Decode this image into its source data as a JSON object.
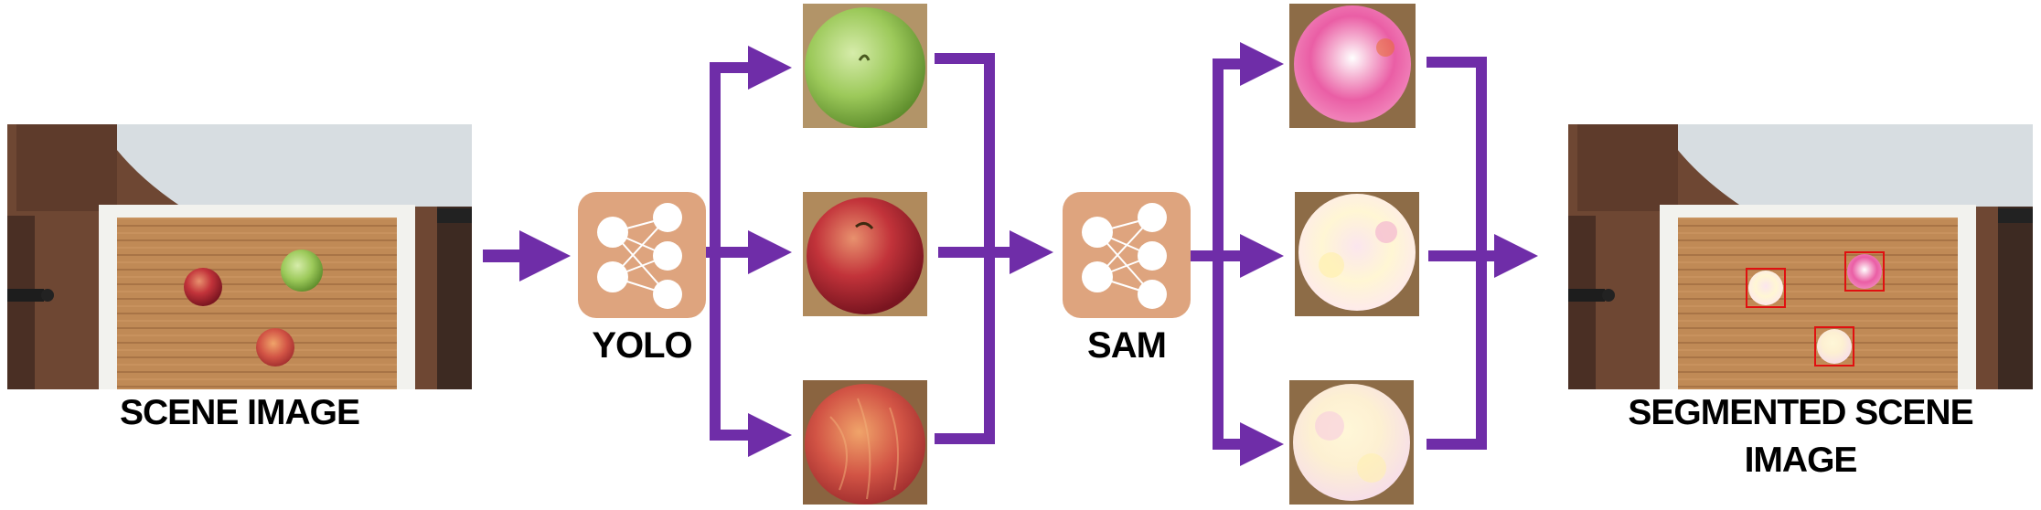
{
  "labels": {
    "scene": "SCENE IMAGE",
    "yolo": "YOLO",
    "sam": "SAM",
    "segmented_line1": "SEGMENTED SCENE",
    "segmented_line2": "IMAGE"
  },
  "colors": {
    "arrow": "#6f2da8",
    "model_block": "#dea47e",
    "crop_background": "#8a6b44",
    "bbox": "#e01010"
  }
}
